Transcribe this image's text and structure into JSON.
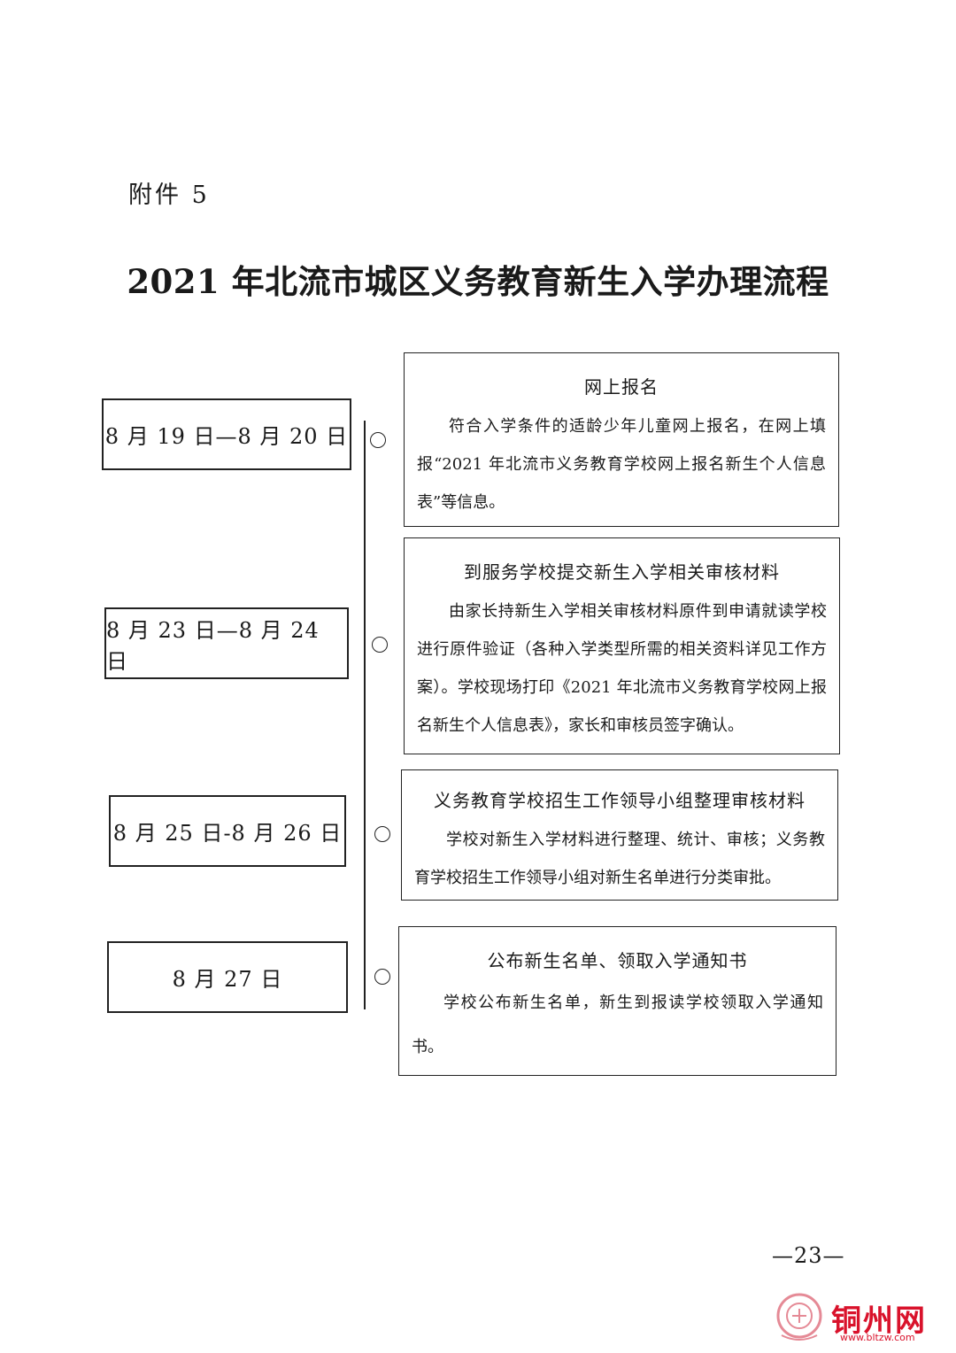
{
  "attachment_label": "附件 5",
  "title": "2021 年北流市城区义务教育新生入学办理流程",
  "steps": [
    {
      "date": "8 月 19 日—8 月 20 日",
      "title": "网上报名",
      "body": "符合入学条件的适龄少年儿童网上报名，在网上填报“2021 年北流市义务教育学校网上报名新生个人信息表”等信息。"
    },
    {
      "date": "8 月 23 日—8 月 24 日",
      "title": "到服务学校提交新生入学相关审核材料",
      "body": "由家长持新生入学相关审核材料原件到申请就读学校进行原件验证（各种入学类型所需的相关资料详见工作方案）。学校现场打印《2021 年北流市义务教育学校网上报名新生个人信息表》，家长和审核员签字确认。"
    },
    {
      "date": "8 月 25 日-8 月 26 日",
      "title": "义务教育学校招生工作领导小组整理审核材料",
      "body": "学校对新生入学材料进行整理、统计、审核；义务教育学校招生工作领导小组对新生名单进行分类审批。"
    },
    {
      "date": "8 月 27 日",
      "title": "公布新生名单、领取入学通知书",
      "body": "学校公布新生名单，新生到报读学校领取入学通知书。"
    }
  ],
  "page_number": "—23—",
  "watermark": {
    "text": "铜州网",
    "url": "www.bltzw.com",
    "color": "#d9122b"
  }
}
